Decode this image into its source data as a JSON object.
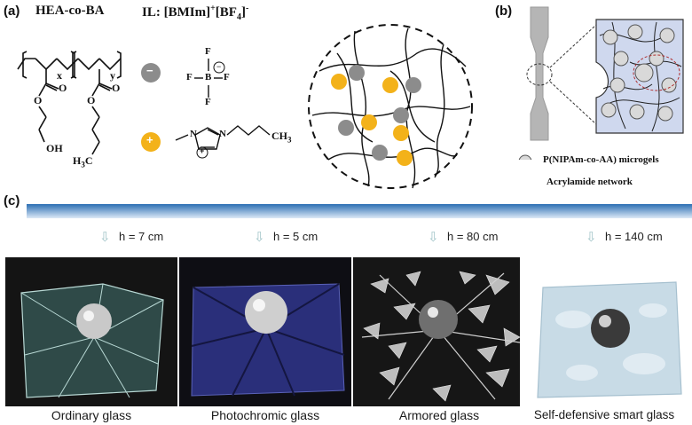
{
  "panel_a": {
    "label": "(a)",
    "polymer_name": "HEA-co-BA",
    "il_label": "IL: [BMIm]",
    "il_cation_sup": "+",
    "il_anion": "[BF",
    "il_anion_sub": "4",
    "il_anion_close": "]",
    "il_anion_sup": "-",
    "sub_x": "x",
    "sub_y": "y",
    "atom_o": "O",
    "oh": "OH",
    "h3c": "H",
    "h3c_sub": "3",
    "h3c_c": "C",
    "ch3": "CH",
    "ch3_sub": "3",
    "bf4_f": "F",
    "bf4_b": "B",
    "n_atom": "N",
    "minus": "−",
    "plus": "+",
    "colors": {
      "anion": "#8c8c8c",
      "cation": "#f3b21a"
    }
  },
  "panel_b": {
    "label": "(b)",
    "legend_microgel": "P(NIPAm-co-AA) microgels",
    "legend_network": "Acrylamide network",
    "colors": {
      "gel_fill": "#cfd8ee",
      "microgel": "#d9d9d9"
    }
  },
  "panel_c": {
    "label": "(c)",
    "items": [
      {
        "height": "h = 7 cm",
        "caption": "Ordinary glass"
      },
      {
        "height": "h = 5 cm",
        "caption": "Photochromic glass"
      },
      {
        "height": "h = 80 cm",
        "caption": "Armored glass"
      },
      {
        "height": "h = 140 cm",
        "caption": "Self-defensive smart glass"
      }
    ],
    "colors": {
      "bar_top": "#2c6fb4",
      "bar_bottom": "#dde9f6",
      "arrow": "#9fc3c7"
    }
  }
}
